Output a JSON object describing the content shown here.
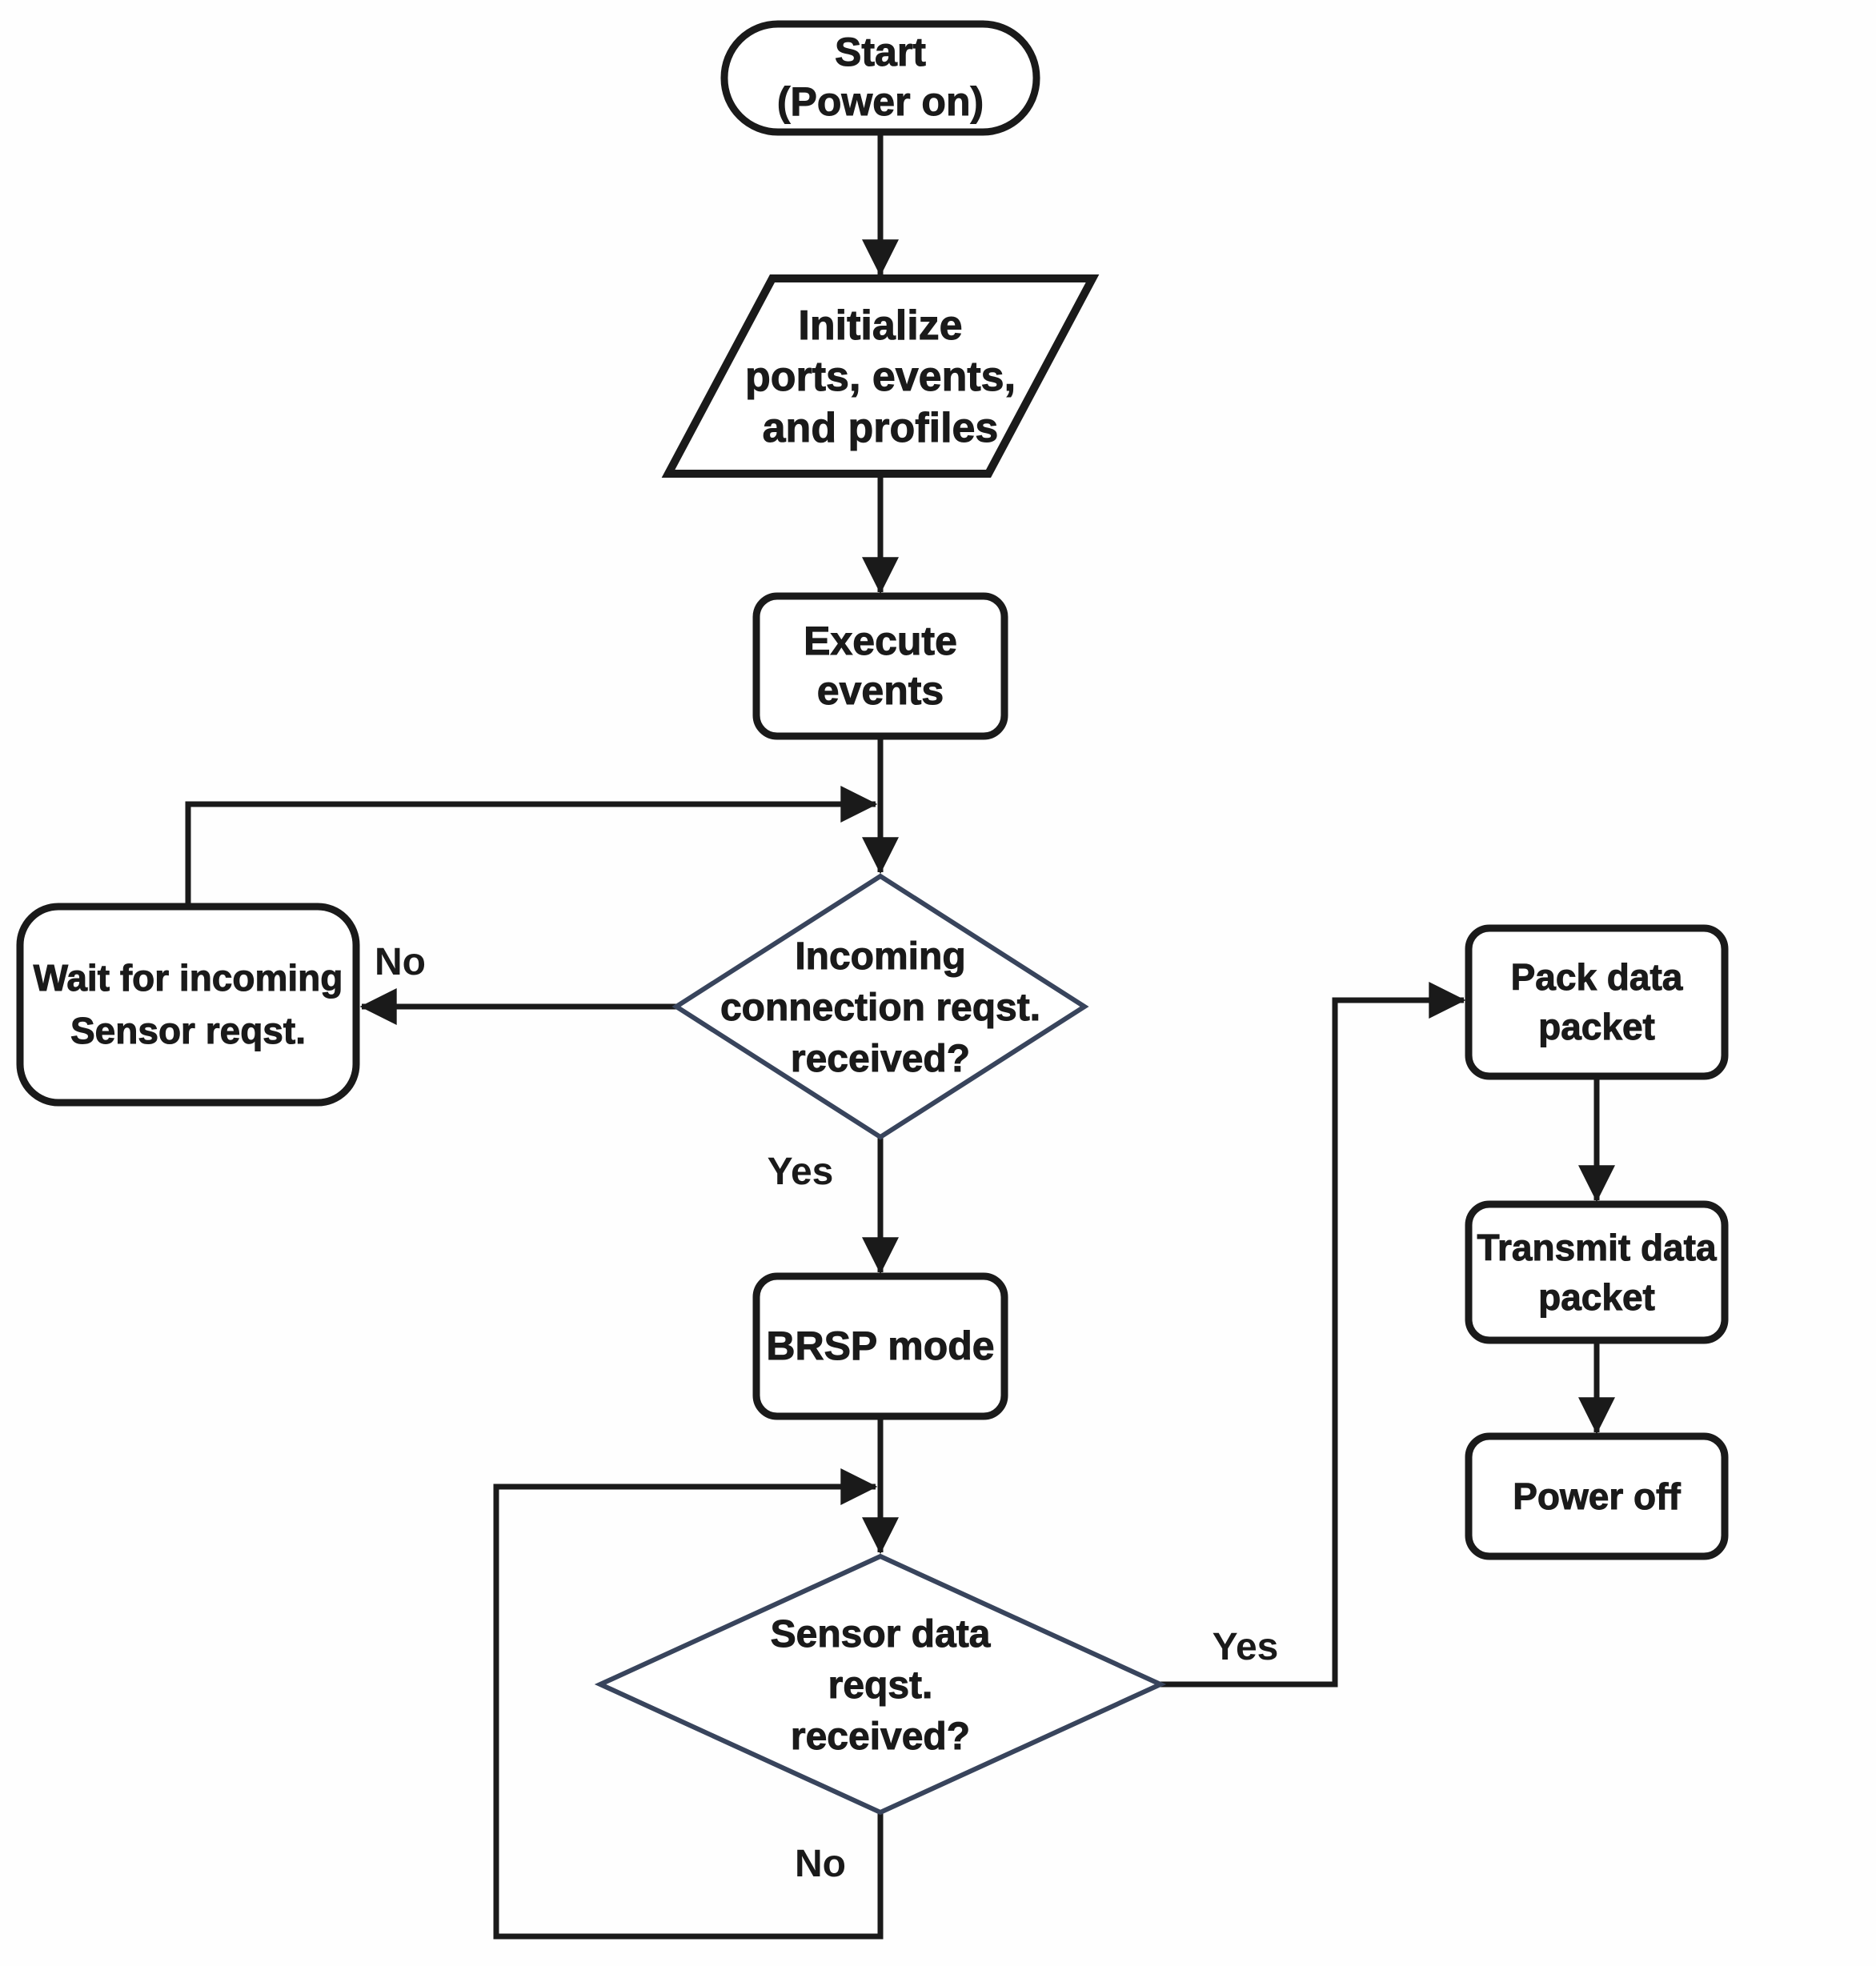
{
  "flowchart": {
    "colors": {
      "background": "#fefefe",
      "line": "#1a1a1a",
      "decision_border": "#38445c"
    },
    "nodes": {
      "start": {
        "shape": "terminator",
        "lines": [
          "Start",
          "(Power on)"
        ]
      },
      "init": {
        "shape": "input-output",
        "lines": [
          "Initialize",
          "ports, events,",
          "and profiles"
        ]
      },
      "execute": {
        "shape": "process",
        "lines": [
          "Execute",
          "events"
        ]
      },
      "incoming": {
        "shape": "decision",
        "lines": [
          "Incoming",
          "connection reqst.",
          "received?"
        ]
      },
      "wait": {
        "shape": "process",
        "lines": [
          "Wait for incoming",
          "Sensor reqst."
        ]
      },
      "brsp": {
        "shape": "process",
        "lines": [
          "BRSP mode"
        ]
      },
      "sensor": {
        "shape": "decision",
        "lines": [
          "Sensor data",
          "reqst.",
          "received?"
        ]
      },
      "pack": {
        "shape": "process",
        "lines": [
          "Pack data",
          "packet"
        ]
      },
      "transmit": {
        "shape": "process",
        "lines": [
          "Transmit data",
          "packet"
        ]
      },
      "power": {
        "shape": "process",
        "lines": [
          "Power off"
        ]
      }
    },
    "labels": {
      "incoming_no": "No",
      "incoming_yes": "Yes",
      "sensor_yes": "Yes",
      "sensor_no": "No"
    }
  }
}
